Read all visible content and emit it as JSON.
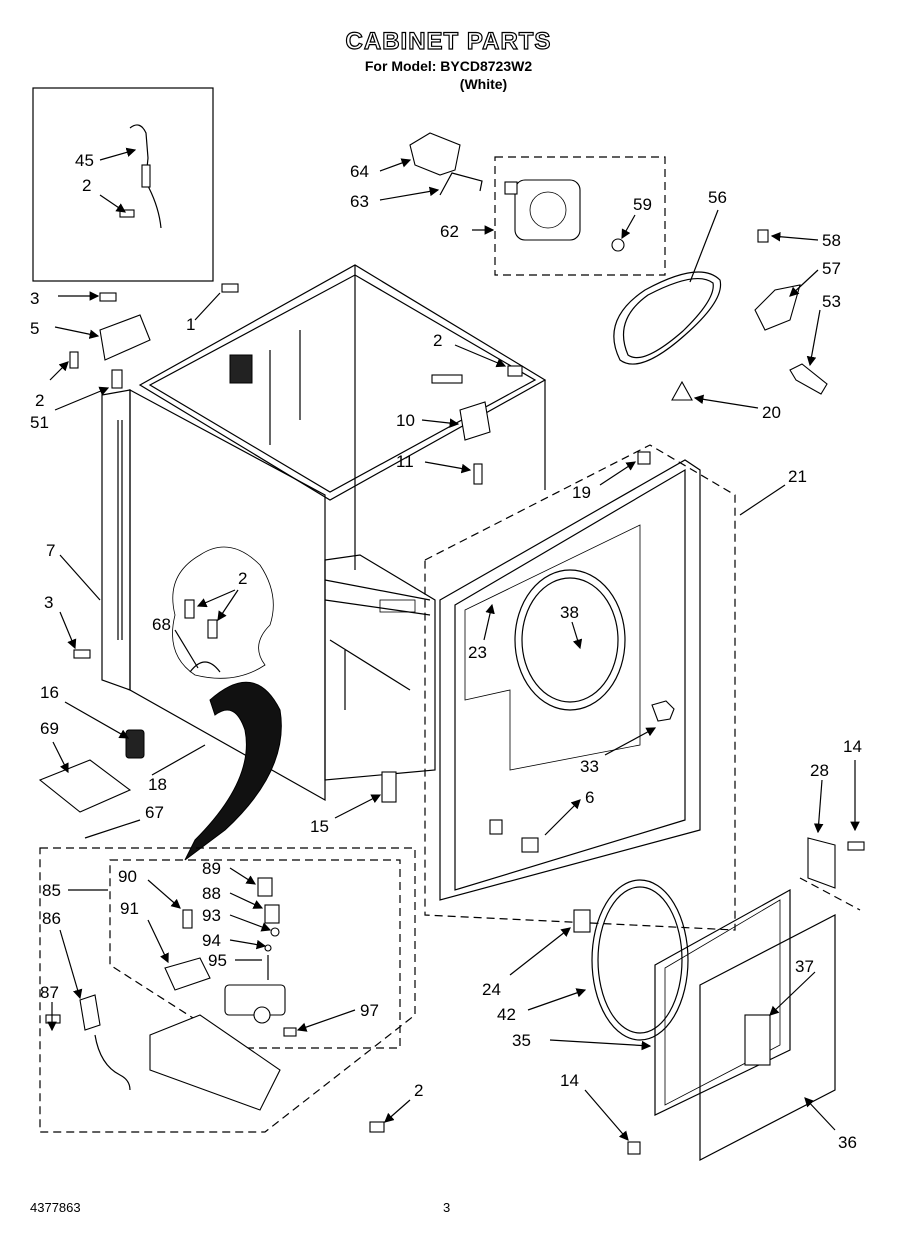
{
  "header": {
    "title": "CABINET PARTS",
    "model_line": "For Model: BYCD8723W2",
    "color_line": "(White)"
  },
  "footer": {
    "document_number": "4377863",
    "page_number": "3"
  },
  "part_callouts": [
    "45",
    "2",
    "3",
    "1",
    "5",
    "2",
    "51",
    "64",
    "63",
    "62",
    "59",
    "56",
    "58",
    "57",
    "53",
    "2",
    "10",
    "11",
    "20",
    "19",
    "21",
    "7",
    "3",
    "2",
    "68",
    "38",
    "23",
    "16",
    "69",
    "18",
    "33",
    "15",
    "6",
    "67",
    "14",
    "28",
    "85",
    "90",
    "89",
    "88",
    "93",
    "94",
    "91",
    "95",
    "86",
    "87",
    "97",
    "2",
    "24",
    "37",
    "42",
    "35",
    "14",
    "36"
  ]
}
